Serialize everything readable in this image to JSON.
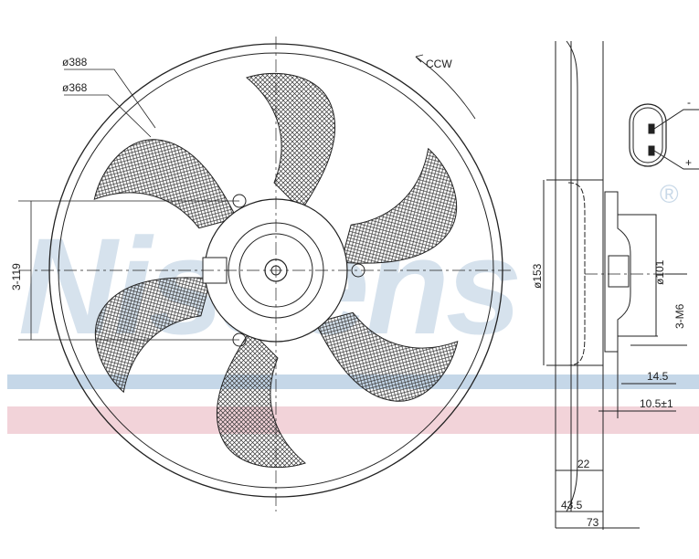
{
  "watermark": {
    "brand": "Nissens",
    "registered": "®",
    "stripe_blue": "#c5d7e8",
    "stripe_red": "#f0d0d6"
  },
  "front_view": {
    "outer_diameter": "ø388",
    "inner_diameter": "ø368",
    "rotation": "CCW",
    "mount_spacing": "3-119"
  },
  "side_view": {
    "shroud_diameter": "ø153",
    "motor_diameter": "ø101",
    "thread": "3-M6",
    "dim_a": "14.5",
    "dim_b": "10.5±1",
    "dim_c": "22",
    "dim_d": "43.5",
    "dim_e": "73"
  },
  "connector": {
    "minus": "-",
    "plus": "+"
  }
}
